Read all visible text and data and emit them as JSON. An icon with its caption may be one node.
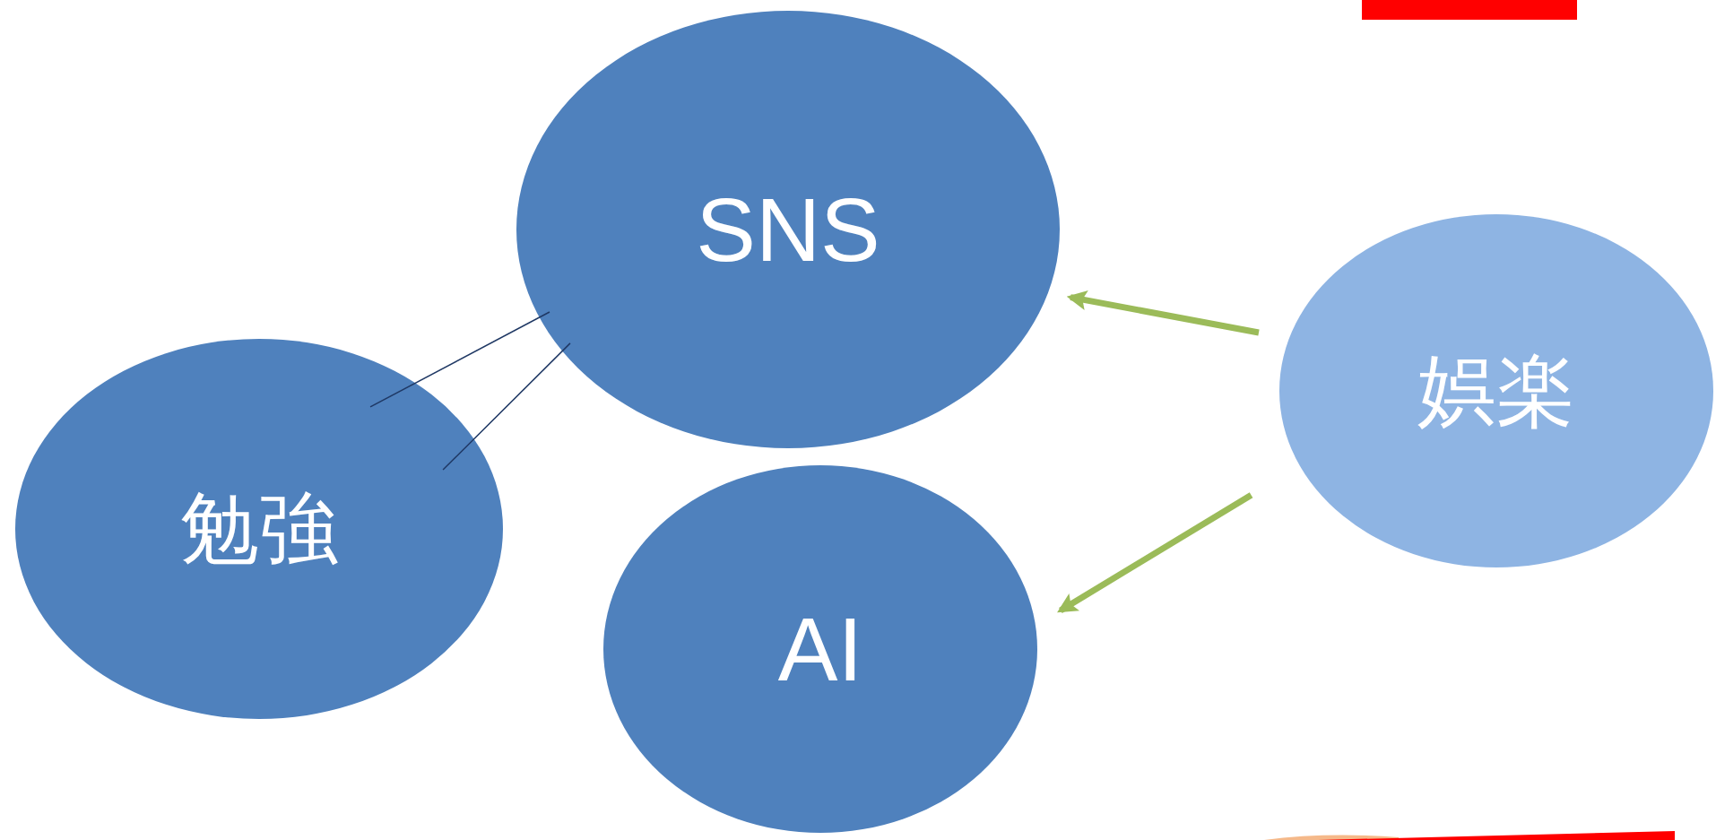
{
  "diagram": {
    "nodes": [
      {
        "text": [
          "SNS"
        ]
      },
      {
        "text": [
          "勉強"
        ]
      },
      {
        "text": [
          "AI"
        ]
      },
      {
        "text": [
          "娯楽"
        ]
      }
    ],
    "edges": [
      {
        "from": 3,
        "to": 0,
        "arrow": "to",
        "style": "thick",
        "color": "#9bbb59"
      },
      {
        "from": 3,
        "to": 2,
        "arrow": "to",
        "style": "thick",
        "color": "#9bbb59"
      },
      {
        "from": 1,
        "to": 0,
        "arrow": "none",
        "color": "#1f3864"
      },
      {
        "from": 1,
        "to": 0,
        "arrow": "none",
        "color": "#1f3864"
      }
    ]
  }
}
